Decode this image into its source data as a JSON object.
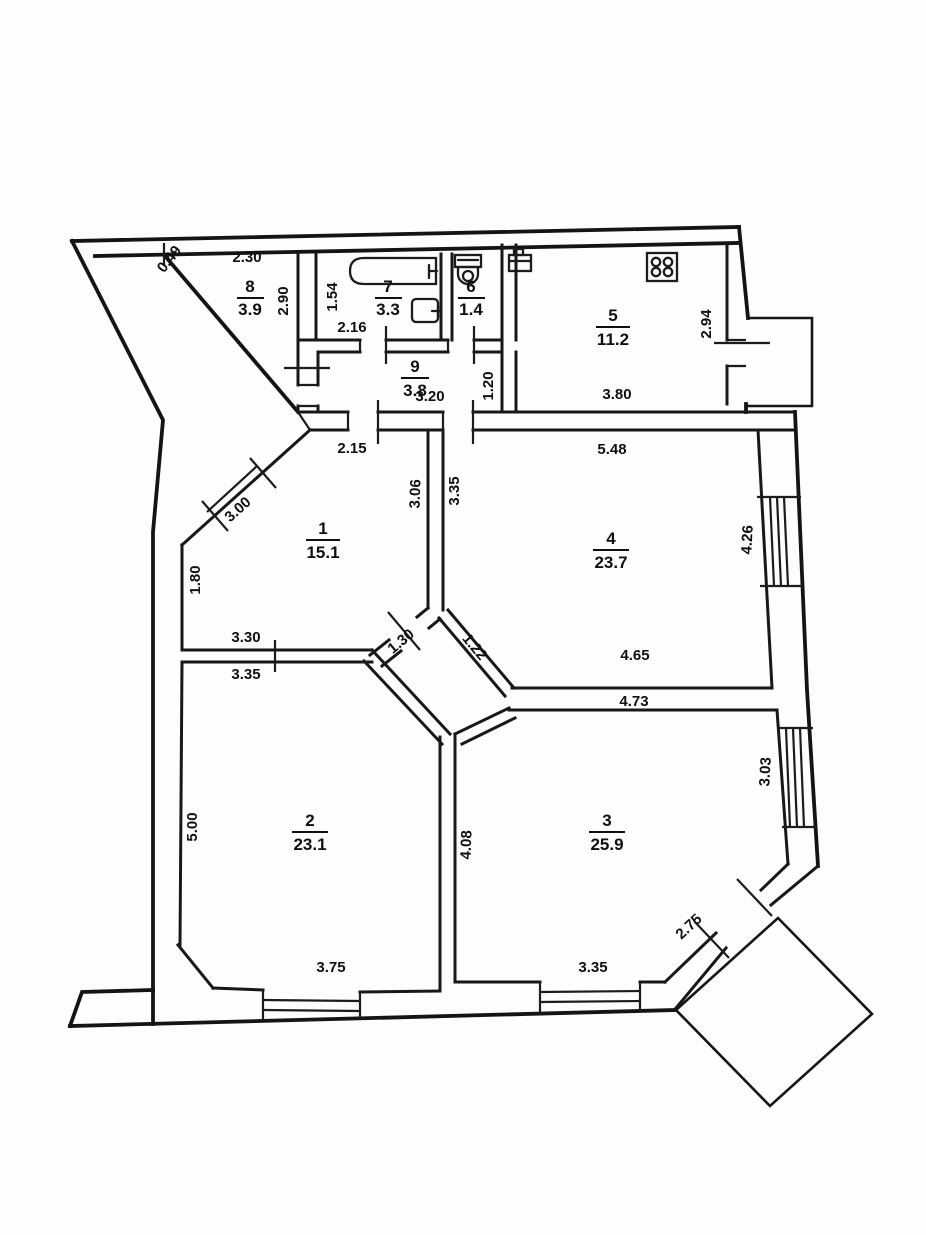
{
  "plan": {
    "rooms": {
      "r1": {
        "number": "1",
        "area": "15.1"
      },
      "r2": {
        "number": "2",
        "area": "23.1"
      },
      "r3": {
        "number": "3",
        "area": "25.9"
      },
      "r4": {
        "number": "4",
        "area": "23.7"
      },
      "r5": {
        "number": "5",
        "area": "11.2"
      },
      "r6": {
        "number": "6",
        "area": "1.4"
      },
      "r7": {
        "number": "7",
        "area": "3.3"
      },
      "r8": {
        "number": "8",
        "area": "3.9"
      },
      "r9": {
        "number": "9",
        "area": "3.8"
      }
    },
    "dims": {
      "d230": "2.30",
      "d049": "0.49",
      "d290": "2.90",
      "d154": "1.54",
      "d216": "2.16",
      "d380": "3.80",
      "d294": "2.94",
      "d320": "3.20",
      "d120": "1.20",
      "d215": "2.15",
      "d300": "3.00",
      "d180": "1.80",
      "d330": "3.30",
      "d306": "3.06",
      "d335_r4": "3.35",
      "d548": "5.48",
      "d426": "4.26",
      "d465": "4.65",
      "d122": "1.22",
      "d130": "1.30",
      "d473": "4.73",
      "d335_r2": "3.35",
      "d500": "5.00",
      "d375": "3.75",
      "d408": "4.08",
      "d303": "3.03",
      "d335_r3": "3.35",
      "d275": "2.75"
    },
    "fixtures": {
      "bathtub": "bathtub",
      "bath_sink": "sink",
      "toilet": "toilet",
      "kitchen_sink": "sink",
      "stove": "stove"
    },
    "colors": {
      "line": "#151515",
      "paper": "#fdfdfd"
    }
  }
}
